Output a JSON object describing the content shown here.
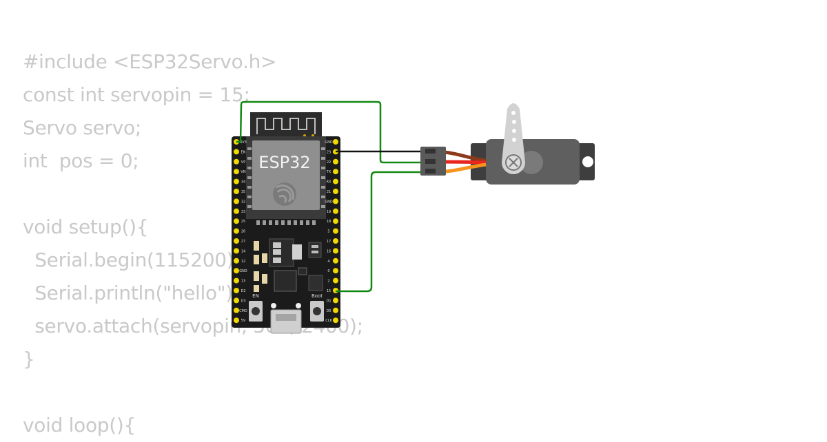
{
  "code_lines": [
    "#include <ESP32Servo.h>",
    "const int servopin = 15;",
    "Servo servo;",
    "int  pos = 0;",
    "",
    "void setup(){",
    "  Serial.begin(115200);",
    "  Serial.println(\"hello\");",
    "  servo.attach(servopin, 500, 2400);",
    "}",
    "",
    "void loop(){"
  ],
  "board": {
    "name": "ESP32",
    "en_label": "EN",
    "boot_label": "Boot",
    "left_pins": [
      "3V3",
      "EN",
      "VP",
      "VN",
      "34",
      "35",
      "32",
      "33",
      "25",
      "26",
      "27",
      "14",
      "12",
      "GND",
      "13",
      "D2",
      "D3",
      "CMD",
      "5V"
    ],
    "right_pins": [
      "GND",
      "23",
      "22",
      "TX",
      "RX",
      "21",
      "GND",
      "19",
      "18",
      "5",
      "17",
      "16",
      "4",
      "0",
      "2",
      "15",
      "D1",
      "D0",
      "CLK"
    ]
  },
  "colors": {
    "wire_signal": "#118811",
    "wire_ground": "#111111",
    "servo_wire_brown": "#8b3a1a",
    "servo_wire_red": "#e8261e",
    "servo_wire_orange": "#f7941d",
    "board_black": "#1b1b1b",
    "pin_gold": "#f0d800",
    "code_text": "#c9c9c9"
  }
}
